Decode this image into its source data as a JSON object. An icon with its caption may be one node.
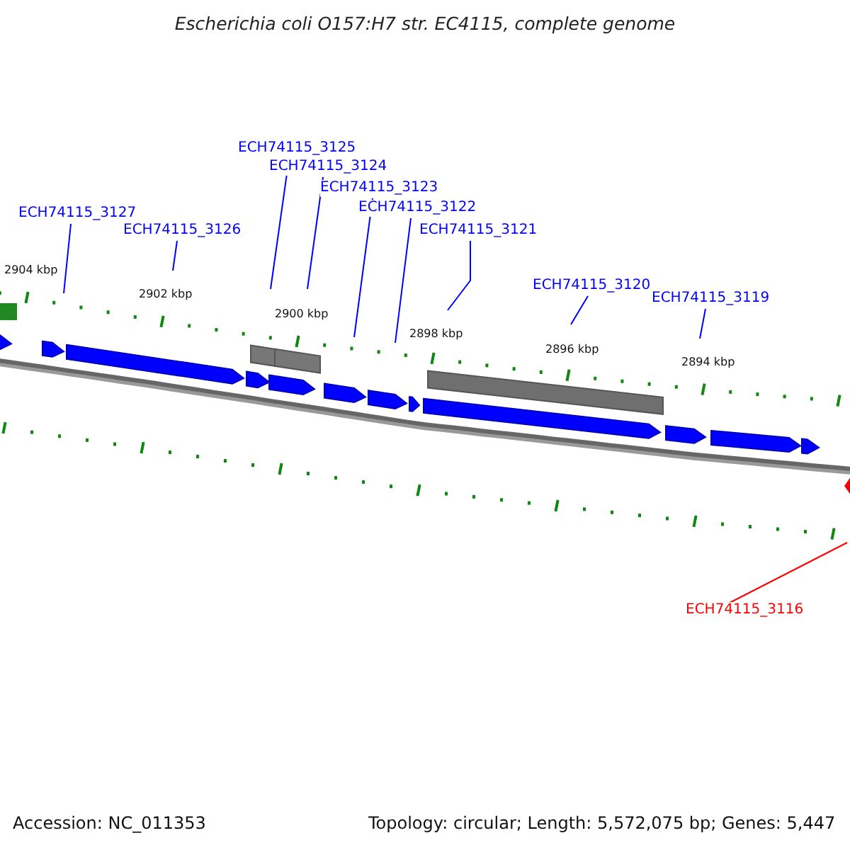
{
  "diagram": {
    "title": "Escherichia coli O157:H7 str. EC4115, complete genome",
    "nodes": [
      {
        "text": [
          "ECH74115_3125"
        ]
      },
      {
        "text": [
          "ECH74115_3124"
        ]
      },
      {
        "text": [
          "ECH74115_3123"
        ]
      },
      {
        "text": [
          "ECH74115_3122"
        ]
      },
      {
        "text": [
          "ECH74115_3127"
        ]
      },
      {
        "text": [
          "ECH74115_3126"
        ]
      },
      {
        "text": [
          "ECH74115_3121"
        ]
      },
      {
        "text": [
          "ECH74115_3120"
        ]
      },
      {
        "text": [
          "ECH74115_3119"
        ]
      },
      {
        "text": [
          "ECH74115_3116"
        ]
      }
    ],
    "edges": [
      {
        "from": 0,
        "to": null,
        "arrow": "none"
      },
      {
        "from": 1,
        "to": null,
        "arrow": "none"
      },
      {
        "from": 2,
        "to": null,
        "arrow": "none"
      },
      {
        "from": 3,
        "to": null,
        "arrow": "none"
      },
      {
        "from": 4,
        "to": null,
        "arrow": "none"
      },
      {
        "from": 5,
        "to": null,
        "arrow": "none"
      },
      {
        "from": 6,
        "to": null,
        "arrow": "none"
      },
      {
        "from": 7,
        "to": null,
        "arrow": "none"
      },
      {
        "from": 8,
        "to": null,
        "arrow": "none"
      },
      {
        "from": 9,
        "to": null,
        "arrow": "none",
        "color": "#ff0000"
      }
    ],
    "labels": [
      "2904 kbp",
      "2902 kbp",
      "2900 kbp",
      "2898 kbp",
      "2896 kbp",
      "2894 kbp",
      "Accession: NC_011353",
      "Topology: circular; Length: 5,572,075 bp; Genes: 5,447"
    ]
  }
}
